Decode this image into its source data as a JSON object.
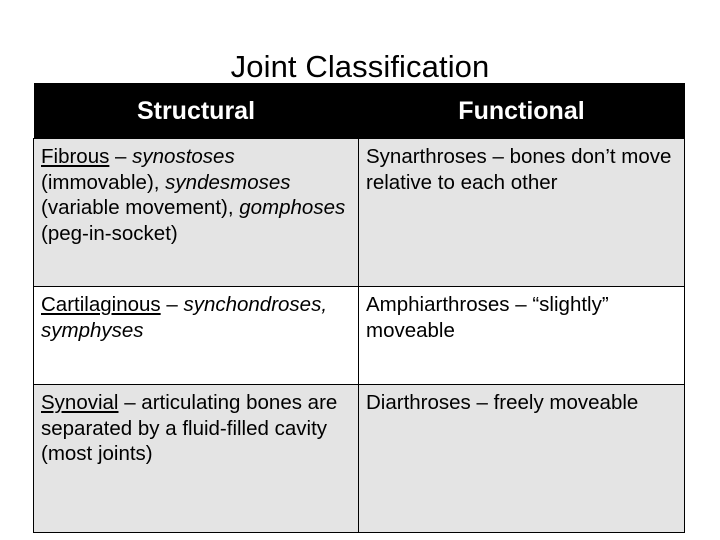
{
  "slide": {
    "title": "Joint Classification",
    "background_color": "#ffffff",
    "header_band_color": "#000000",
    "header_text_color": "#ffffff",
    "cell_shaded_color": "#e4e4e4",
    "cell_plain_color": "#ffffff",
    "border_color": "#000000"
  },
  "table": {
    "columns": [
      {
        "label": "Structural"
      },
      {
        "label": "Functional"
      }
    ],
    "rows": [
      {
        "shaded": true,
        "structural": {
          "term": "Fibrous",
          "dash": " – ",
          "segments": [
            {
              "text": "synostoses",
              "style": "italic"
            },
            {
              "text": " (immovable), ",
              "style": "normal"
            },
            {
              "text": "syndesmoses",
              "style": "italic"
            },
            {
              "text": " (variable movement), ",
              "style": "normal"
            },
            {
              "text": "gomphoses",
              "style": "italic"
            },
            {
              "text": " (peg-in-socket)",
              "style": "normal"
            }
          ],
          "plain_text": "Fibrous – synostoses (immovable), syndesmoses (variable movement), gomphoses (peg-in-socket)"
        },
        "functional": {
          "text": "Synarthroses – bones don’t move relative to each other"
        }
      },
      {
        "shaded": false,
        "structural": {
          "term": "Cartilaginous",
          "dash": " – ",
          "segments": [
            {
              "text": "synchondroses, symphyses",
              "style": "italic"
            }
          ],
          "plain_text": "Cartilaginous – synchondroses, symphyses"
        },
        "functional": {
          "text": "Amphiarthroses – “slightly” moveable"
        }
      },
      {
        "shaded": true,
        "structural": {
          "term": "Synovial",
          "dash": " – ",
          "segments": [
            {
              "text": "articulating bones are separated by a fluid-filled cavity (most joints)",
              "style": "normal"
            }
          ],
          "plain_text": "Synovial – articulating bones are separated by a fluid-filled cavity (most joints)"
        },
        "functional": {
          "text": "Diarthroses – freely moveable"
        }
      }
    ]
  }
}
